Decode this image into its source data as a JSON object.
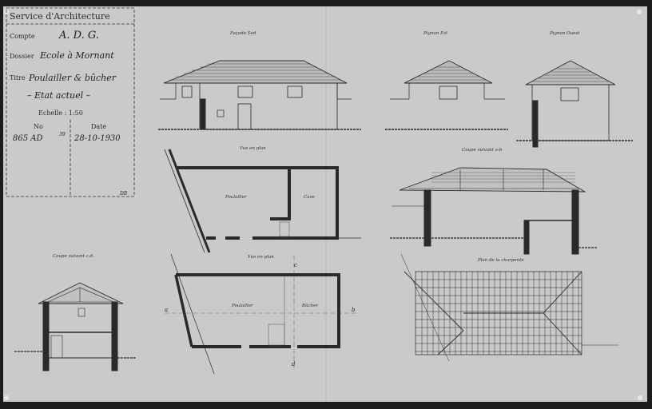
{
  "cartouche": {
    "service": "Service d'Architecture",
    "compte_label": "Compte",
    "compte_value": "A. D. G.",
    "dossier_label": "Dossier",
    "dossier_value": "Ecole à Mornant",
    "titre_label": "Titre",
    "titre_value": "Poulailler & bûcher",
    "etat": "– Etat actuel –",
    "echelle": "Echelle : 1:50",
    "no_label": "No",
    "no_value": "865 AD",
    "no_sup": "39",
    "date_label": "Date",
    "date_value": "28-10-1930",
    "initials": "DB"
  },
  "views": {
    "facade_sud": "Façade Sud",
    "pignon_est": "Pignon Est",
    "pignon_ouest": "Pignon Ouest",
    "vue_plan_1": "Vue en plan",
    "coupe_eo": "Coupe suivant a-b",
    "coupe_cd": "Coupe suivant c.d.",
    "vue_plan_2": "Vue en plan",
    "plan_charpente": "Plan de la charpente"
  },
  "rooms": {
    "poulailler_1": "Poulailler",
    "cave": "Cave",
    "poulailler_2": "Poulailler",
    "bucher": "Bûcher"
  },
  "marks": {
    "a": "a",
    "b": "b",
    "c": "c",
    "d": "d"
  },
  "colors": {
    "paper": "#c9cacb",
    "ink": "#262626",
    "wall": "#3a3a3a"
  }
}
